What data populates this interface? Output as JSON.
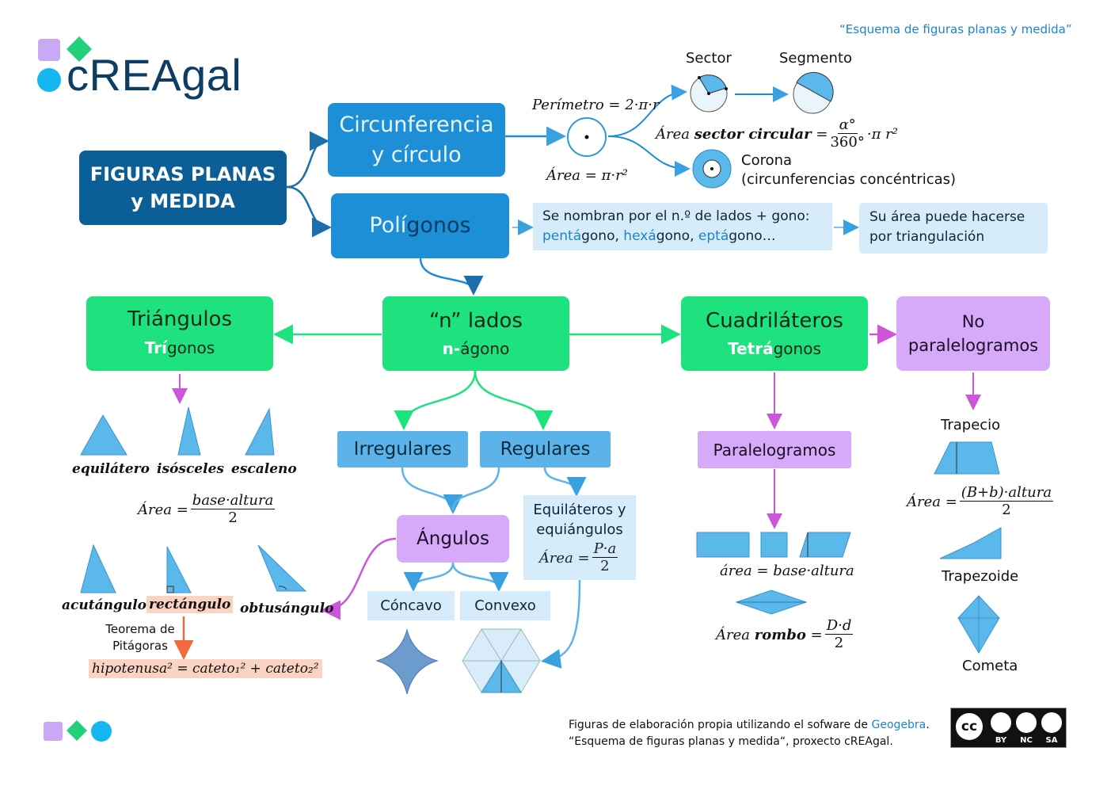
{
  "header": {
    "caption": "“Esquema de figuras planas y medida”"
  },
  "brand": {
    "logo_text": "cREAgal",
    "colors": {
      "square": "#c9a8f5",
      "diamond": "#21d07a",
      "circle": "#16b7f0",
      "text": "#0d3d63"
    }
  },
  "root": {
    "line1": "FIGURAS PLANAS",
    "line2": "y MEDIDA"
  },
  "circle_branch": {
    "title_line1": "Circunferencia",
    "title_line2": "y círculo",
    "perimeter": "Perímetro = 2·π·r",
    "area": "Área = π·r²",
    "sector": "Sector",
    "segment": "Segmento",
    "sector_area_label": "Área",
    "sector_area_bold": "sector circular",
    "sector_frac_num": "α°",
    "sector_frac_den": "360°",
    "sector_frac_tail": "·π r²",
    "corona": "Corona",
    "corona_desc": "(circunferencias concéntricas)"
  },
  "polygons": {
    "title_a": "Polí",
    "title_b": "gonos",
    "naming_line1": "Se nombran por el n.º de lados + gono:",
    "naming_p1": "pentá",
    "naming_g1": "gono, ",
    "naming_p2": "hexá",
    "naming_g2": "gono, ",
    "naming_p3": "eptá",
    "naming_g3": "gono…",
    "triangulation_line1": "Su área puede hacerse",
    "triangulation_line2": "por triangulación"
  },
  "triangles": {
    "title": "Triángulos",
    "sub_a": "Trí",
    "sub_b": "gonos",
    "types_sides": [
      "equilátero",
      "isósceles",
      "escaleno"
    ],
    "area_label": "Área =",
    "area_num": "base·altura",
    "area_den": "2",
    "types_angles": [
      "acutángulo",
      "rectángulo",
      "obtusángulo"
    ],
    "pythagoras_line1": "Teorema de",
    "pythagoras_line2": "Pitágoras",
    "pythagoras_formula": "hipotenusa² = cateto₁² + cateto₂²"
  },
  "n_sides": {
    "title": "“n” lados",
    "sub_a": "n-",
    "sub_b": "ágono",
    "irregular": "Irregulares",
    "regular": "Regulares",
    "angles": "Ángulos",
    "concave": "Cóncavo",
    "convex": "Convexo",
    "regular_desc_line1": "Equiláteros y",
    "regular_desc_line2": "equiángulos",
    "regular_area_label": "Área =",
    "regular_area_num": "P·a",
    "regular_area_den": "2"
  },
  "quads": {
    "title": "Cuadriláteros",
    "sub_a": "Tetrá",
    "sub_b": "gonos",
    "parallelograms": "Paralelogramos",
    "area_formula": "área = base·altura",
    "rhombus_label": "Área",
    "rhombus_bold": "rombo",
    "rhombus_num": "D·d",
    "rhombus_den": "2",
    "non_par_line1": "No",
    "non_par_line2": "paralelogramos",
    "trapezoid": "Trapecio",
    "trap_label": "Área =",
    "trap_num": "(B+b)·altura",
    "trap_den": "2",
    "trapezoide": "Trapezoide",
    "kite": "Cometa"
  },
  "footer": {
    "line1_a": "Figuras de elaboración propia utilizando el sofware de ",
    "line1_link": "Geogebra",
    "line1_c": ".",
    "line2": "“Esquema de figuras planas y medida“, proxecto cREAgal.",
    "license_labels": [
      "BY",
      "NC",
      "SA"
    ],
    "license_cc": "cc"
  }
}
